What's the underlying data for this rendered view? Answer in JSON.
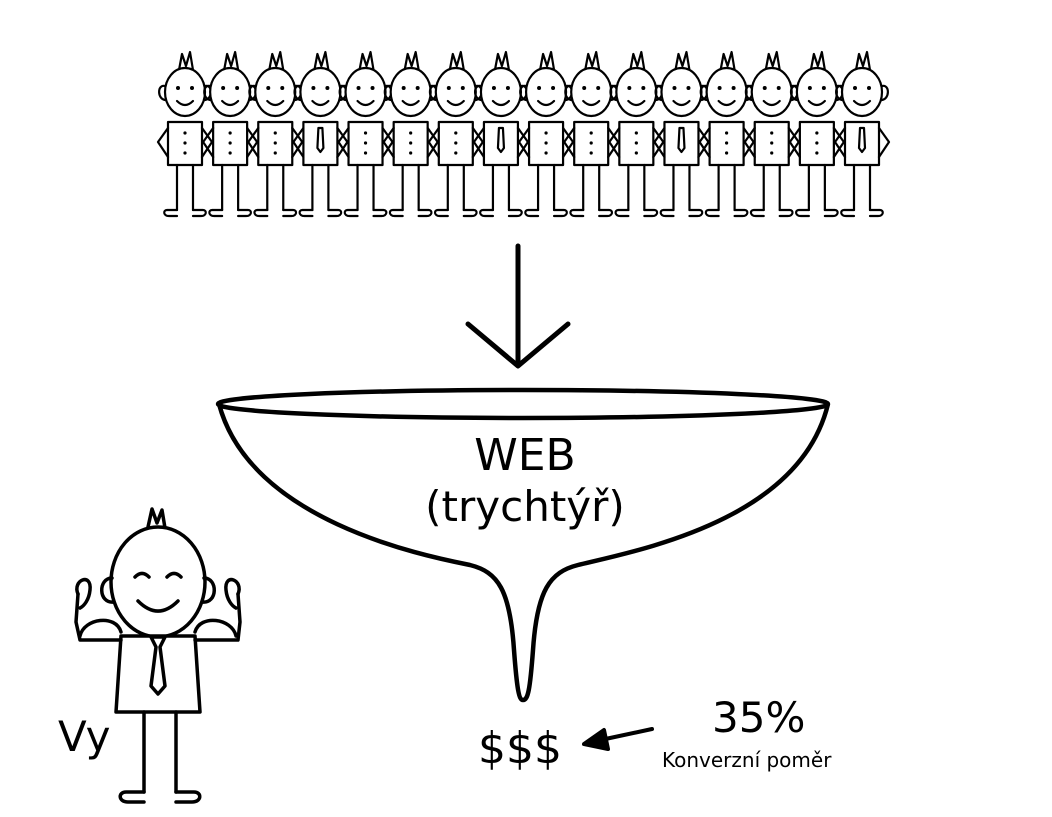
{
  "funnel": {
    "title": "WEB",
    "subtitle": "(trychtýř)"
  },
  "output": {
    "money": "$$$"
  },
  "conversion": {
    "value": "35%",
    "caption": "Konverzní poměr"
  },
  "you": {
    "label": "Vy"
  },
  "crowd": {
    "count": 16
  },
  "colors": {
    "ink": "#000000",
    "background": "#ffffff"
  }
}
